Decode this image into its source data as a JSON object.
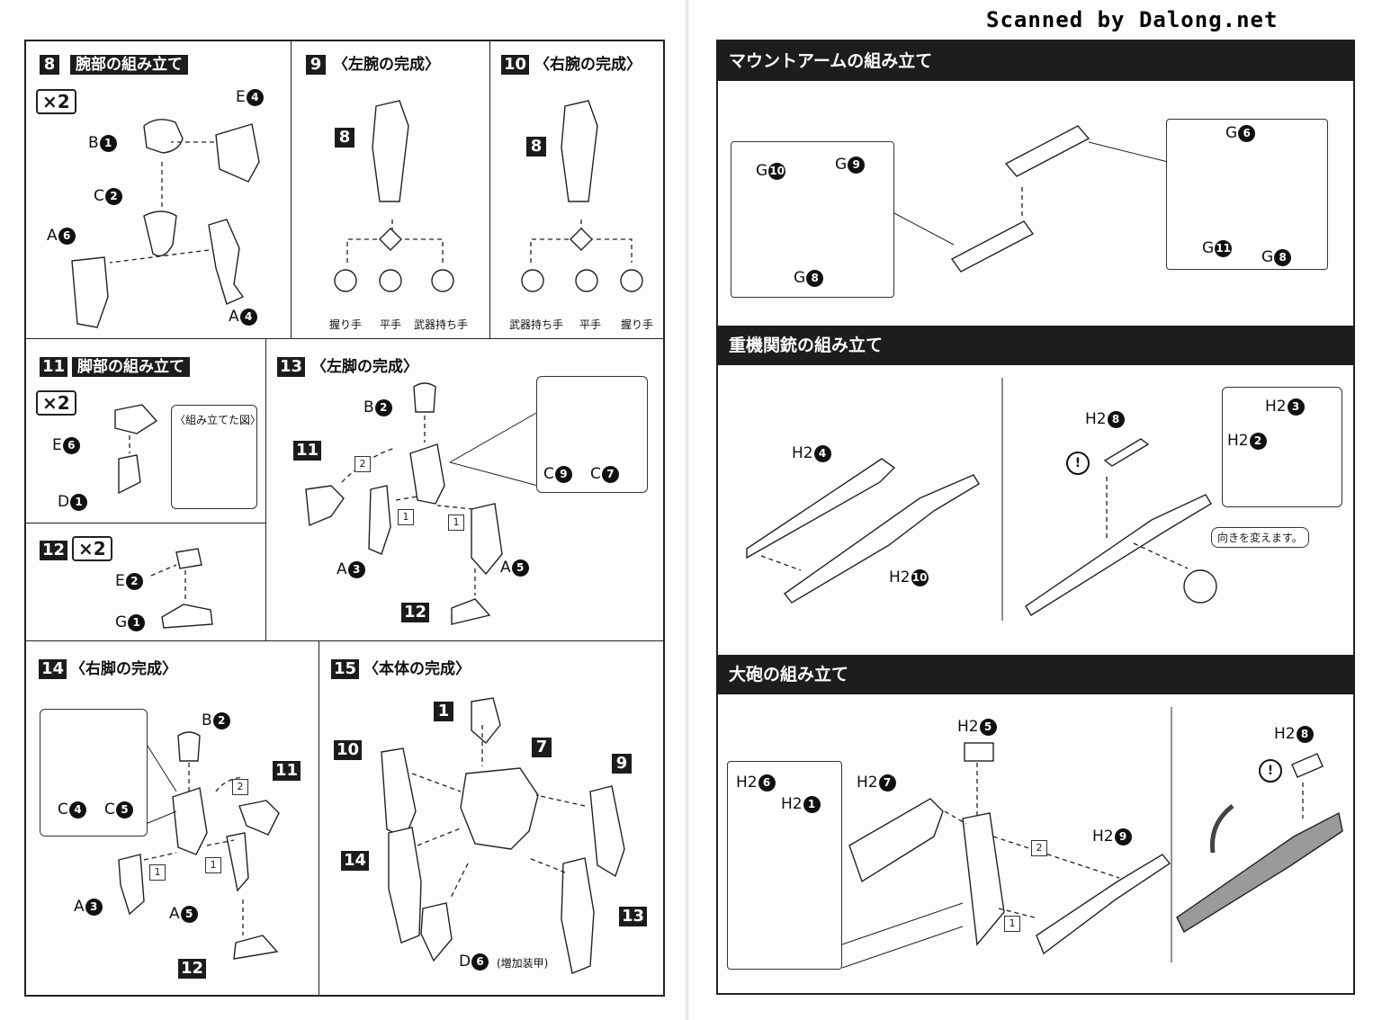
{
  "watermark": "Scanned by Dalong.net",
  "left": {
    "s8": {
      "num": "8",
      "title": "腕部の組み立て",
      "qty": "×2",
      "labels": [
        {
          "t": "E",
          "n": "4"
        },
        {
          "t": "B",
          "n": "1"
        },
        {
          "t": "C",
          "n": "2"
        },
        {
          "t": "A",
          "n": "6"
        },
        {
          "t": "A",
          "n": "4"
        }
      ]
    },
    "s9": {
      "num": "9",
      "title": "〈左腕の完成〉",
      "ref": "8",
      "hands": [
        "握り手",
        "平手",
        "武器持ち手"
      ]
    },
    "s10": {
      "num": "10",
      "title": "〈右腕の完成〉",
      "ref": "8",
      "hands": [
        "武器持ち手",
        "平手",
        "握り手"
      ]
    },
    "s11": {
      "num": "11",
      "title": "脚部の組み立て",
      "qty": "×2",
      "inset": "〈組み立てた図〉",
      "labels": [
        {
          "t": "E",
          "n": "6"
        },
        {
          "t": "D",
          "n": "1"
        }
      ]
    },
    "s12": {
      "num": "12",
      "qty": "×2",
      "labels": [
        {
          "t": "E",
          "n": "2"
        },
        {
          "t": "G",
          "n": "1"
        }
      ]
    },
    "s13": {
      "num": "13",
      "title": "〈左脚の完成〉",
      "labels": [
        {
          "t": "B",
          "n": "2"
        },
        {
          "t": "C",
          "n": "9"
        },
        {
          "t": "C",
          "n": "7"
        },
        {
          "t": "A",
          "n": "3"
        },
        {
          "t": "A",
          "n": "5"
        }
      ],
      "refs": [
        "11",
        "12"
      ],
      "steps": [
        "2",
        "1",
        "1"
      ]
    },
    "s14": {
      "num": "14",
      "title": "〈右脚の完成〉",
      "labels": [
        {
          "t": "B",
          "n": "2"
        },
        {
          "t": "C",
          "n": "4"
        },
        {
          "t": "C",
          "n": "5"
        },
        {
          "t": "A",
          "n": "3"
        },
        {
          "t": "A",
          "n": "5"
        }
      ],
      "refs": [
        "11",
        "12"
      ],
      "steps": [
        "2",
        "1",
        "1"
      ]
    },
    "s15": {
      "num": "15",
      "title": "〈本体の完成〉",
      "refs": [
        "1",
        "10",
        "7",
        "9",
        "14",
        "13"
      ],
      "label": {
        "t": "D",
        "n": "6"
      },
      "note": "(増加装甲)"
    }
  },
  "right": {
    "mount": {
      "title": "マウントアームの組み立て",
      "labels": [
        {
          "t": "G",
          "n": "10"
        },
        {
          "t": "G",
          "n": "9"
        },
        {
          "t": "G",
          "n": "8"
        },
        {
          "t": "G",
          "n": "6"
        },
        {
          "t": "G",
          "n": "11"
        },
        {
          "t": "G",
          "n": "8"
        }
      ]
    },
    "mg": {
      "title": "重機関銃の組み立て",
      "labels": [
        {
          "t": "H2",
          "n": "4"
        },
        {
          "t": "H2",
          "n": "10"
        },
        {
          "t": "H2",
          "n": "8"
        },
        {
          "t": "H2",
          "n": "3"
        },
        {
          "t": "H2",
          "n": "2"
        }
      ],
      "note": "向きを変えます。"
    },
    "cannon": {
      "title": "大砲の組み立て",
      "labels": [
        {
          "t": "H2",
          "n": "6"
        },
        {
          "t": "H2",
          "n": "1"
        },
        {
          "t": "H2",
          "n": "7"
        },
        {
          "t": "H2",
          "n": "5"
        },
        {
          "t": "H2",
          "n": "9"
        },
        {
          "t": "H2",
          "n": "8"
        }
      ],
      "steps": [
        "2",
        "1"
      ]
    }
  }
}
